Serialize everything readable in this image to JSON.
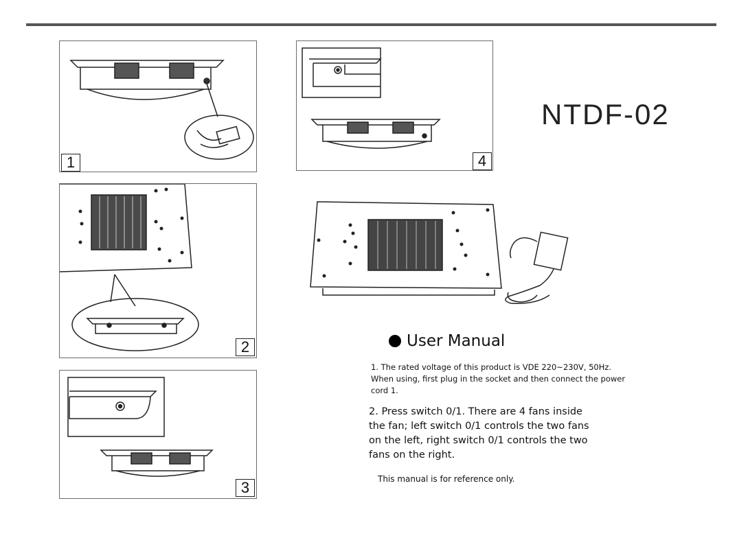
{
  "model": "NTDF-02",
  "steps": [
    {
      "number": "1",
      "image": "fan-with-power-adapter"
    },
    {
      "number": "2",
      "image": "fan-mounting-holes-closeup"
    },
    {
      "number": "3",
      "image": "fan-switch-closeup"
    },
    {
      "number": "4",
      "image": "fan-switch-closeup-alt"
    }
  ],
  "hero_image": "fan-unit-with-adapter",
  "manual": {
    "heading": "User Manual",
    "note1": "1. The rated voltage of this product is VDE 220~230V, 50Hz. When using, first plug in the socket and then connect the power cord 1.",
    "note2": "2. Press switch 0/1. There are 4 fans inside the fan; left switch 0/1 controls the two fans on the left, right switch 0/1 controls the two fans on the right.",
    "note3": "This manual is for reference only."
  }
}
